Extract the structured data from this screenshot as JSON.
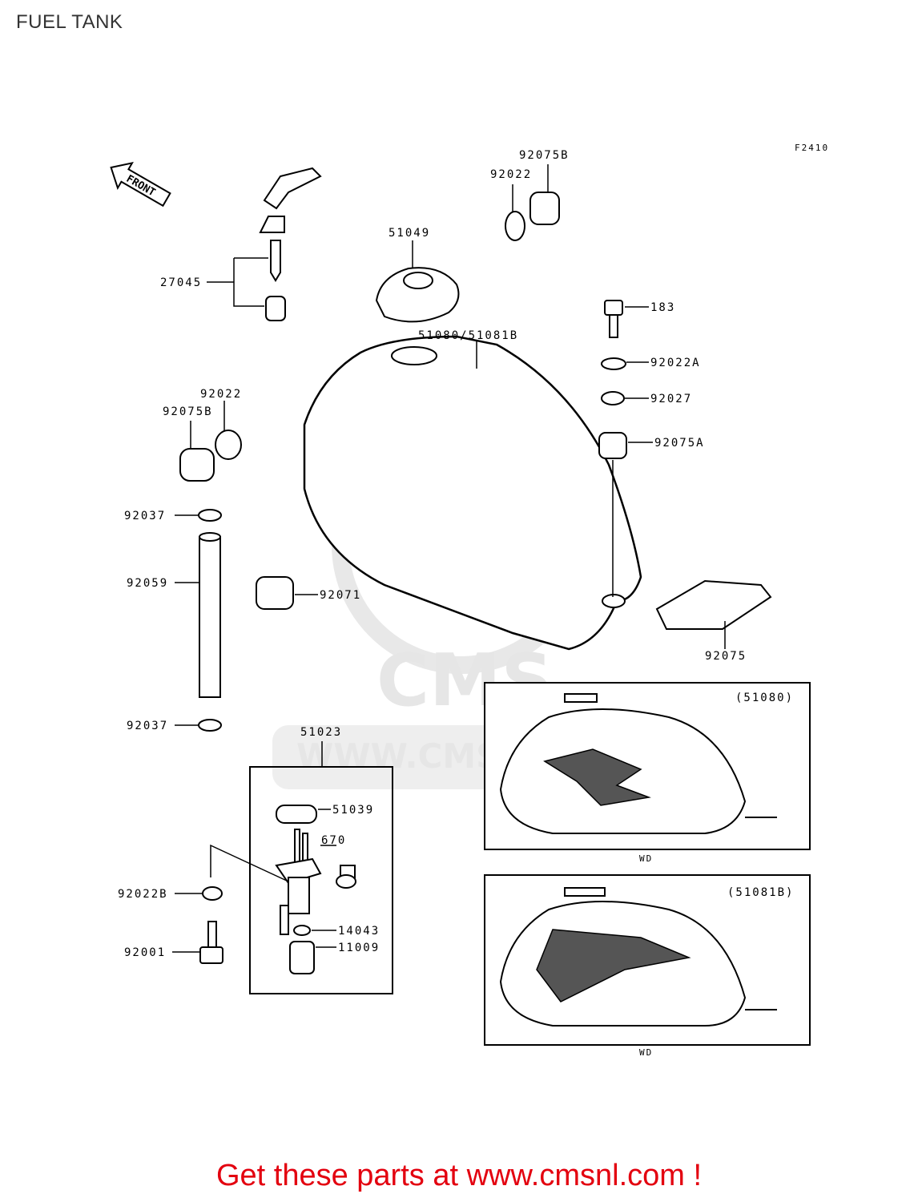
{
  "title": "FUEL TANK",
  "figure_code": "F2410",
  "front_label": "FRONT",
  "watermark": {
    "brand": "CMS",
    "url": "WWW.CMSNL.COM"
  },
  "parts": {
    "p27045": "27045",
    "p51049": "51049",
    "p92022_top": "92022",
    "p92075B_top": "92075B",
    "p183": "183",
    "p51080": "51080/51081B",
    "p92022A": "92022A",
    "p92027": "92027",
    "p92075A": "92075A",
    "p92022_left": "92022",
    "p92075B_left": "92075B",
    "p92037_top": "92037",
    "p92059": "92059",
    "p92071": "92071",
    "p92075": "92075",
    "p92037_bottom": "92037",
    "p51023": "51023",
    "p51039": "51039",
    "p670": "670",
    "p92022B": "92022B",
    "p14043": "14043",
    "p92001": "92001",
    "p11009": "11009"
  },
  "insets": [
    {
      "label": "(51080)",
      "caption": "WD"
    },
    {
      "label": "(51081B)",
      "caption": "WD"
    }
  ],
  "footer": "Get these parts at www.cmsnl.com !"
}
